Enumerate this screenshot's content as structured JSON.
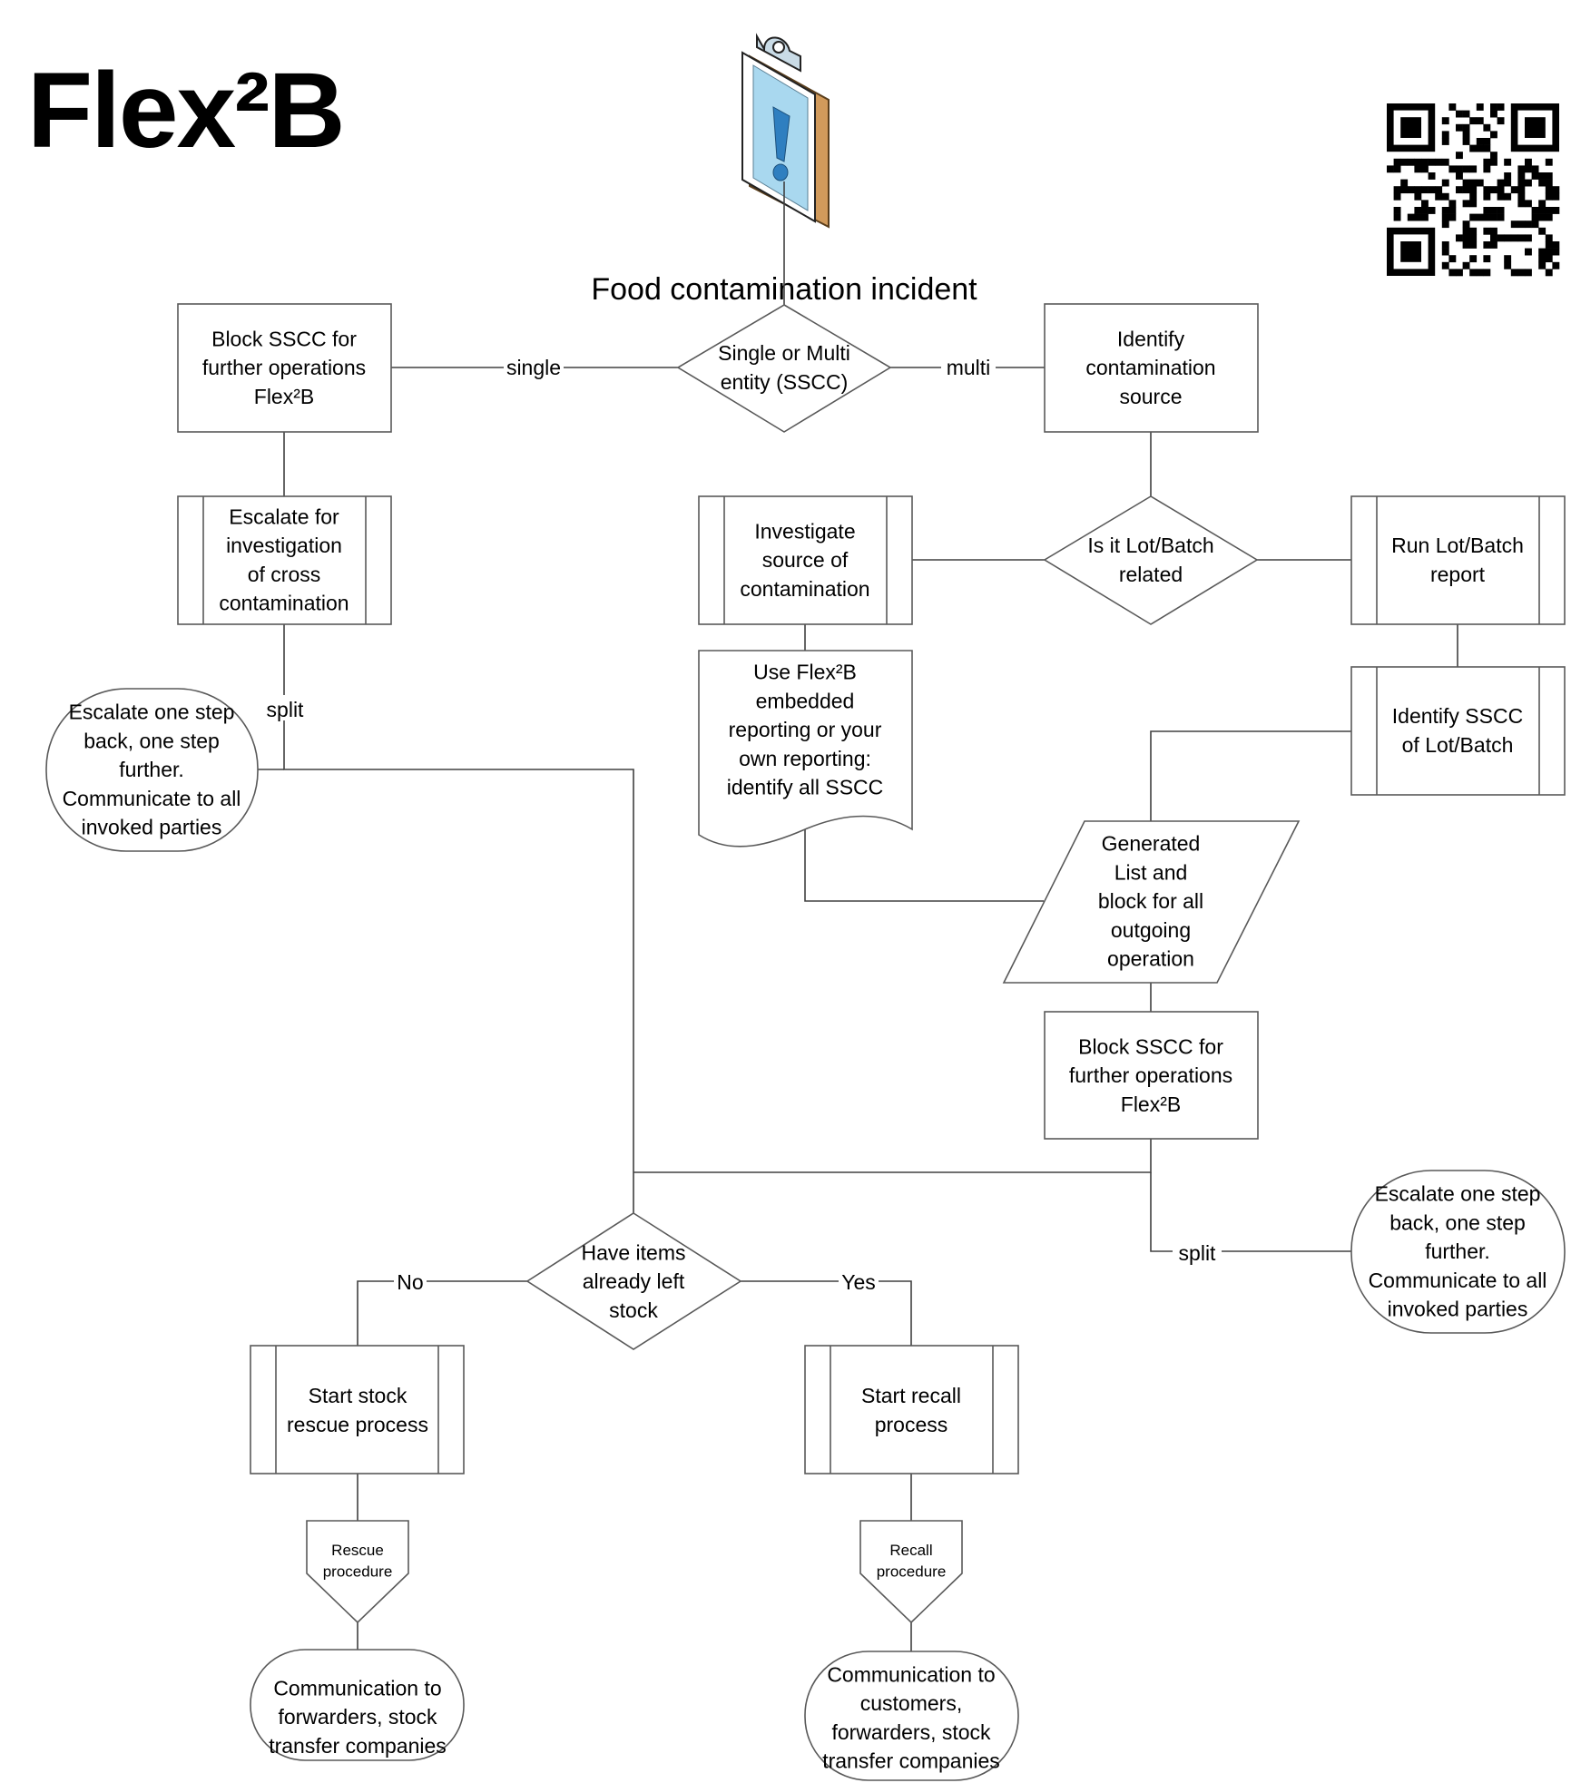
{
  "logo": {
    "text": "Flex²B",
    "color": "#9dbf2f"
  },
  "title": "Food contamination incident",
  "icons": {
    "clipboard": "clipboard-alert-icon",
    "qr": "qr-code-icon"
  },
  "colors": {
    "clipboard_paper": "#a9d8ef",
    "clipboard_board": "#d19a5b",
    "clipboard_mark": "#2f7fc0",
    "stroke": "#595959"
  },
  "nodes": {
    "block_sscc_single": [
      "Block SSCC for",
      "further operations",
      "Flex²B"
    ],
    "decision_entity": [
      "Single or Multi",
      "entity (SSCC)"
    ],
    "identify_source": [
      "Identify",
      "contamination",
      "source"
    ],
    "escalate_investigation": [
      "Escalate for",
      "investigation",
      "of cross",
      "contamination"
    ],
    "investigate_source": [
      "Investigate",
      "source of",
      "contamination"
    ],
    "decision_lot": [
      "Is it Lot/Batch",
      "related"
    ],
    "run_report": [
      "Run Lot/Batch",
      "report"
    ],
    "escalate_left": [
      "Escalate one step",
      "back, one step",
      "further.",
      "Communicate to all",
      "invoked parties"
    ],
    "use_reporting": [
      "Use Flex²B",
      "embedded",
      "reporting or your",
      "own reporting:",
      "identify all SSCC"
    ],
    "identify_sscc": [
      "Identify SSCC",
      "of Lot/Batch"
    ],
    "generated_list": [
      "Generated",
      "List and",
      "block for all",
      "outgoing",
      "operation"
    ],
    "block_sscc_multi": [
      "Block SSCC for",
      "further operations",
      "Flex²B"
    ],
    "escalate_right": [
      "Escalate one step",
      "back, one step",
      "further.",
      "Communicate to all",
      "invoked parties"
    ],
    "decision_left_stock": [
      "Have items",
      "already left",
      "stock"
    ],
    "stock_rescue": [
      "Start stock",
      "rescue process"
    ],
    "recall": [
      "Start recall",
      "process"
    ],
    "rescue_procedure": [
      "Rescue",
      "procedure"
    ],
    "recall_procedure": [
      "Recall",
      "procedure"
    ],
    "comm_rescue": [
      "Communication to",
      "forwarders, stock",
      "transfer companies"
    ],
    "comm_recall": [
      "Communication to",
      "customers,",
      "forwarders, stock",
      "transfer companies"
    ]
  },
  "edges": {
    "single": "single",
    "multi": "multi",
    "split_left": "split",
    "split_right": "split",
    "no": "No",
    "yes": "Yes"
  }
}
